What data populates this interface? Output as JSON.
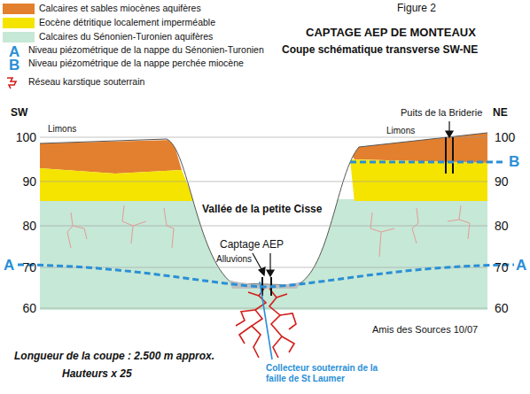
{
  "diagram": {
    "title": "CAPTAGE AEP DE MONTEAUX",
    "labels": [
      "Figure 2",
      "Coupe schématique transverse SW-NE",
      "A",
      "B",
      "SW",
      "NE",
      "Limons",
      "Limons",
      "Puits de la Briderie",
      "100",
      "90",
      "80",
      "70",
      "60",
      "100",
      "90",
      "80",
      "70",
      "60",
      "Vallée de la petite Cisse",
      "Captage AEP",
      "Alluvions",
      "A",
      "A",
      "B",
      "Amis des Sources 10/07",
      "Longueur de la coupe : 2.500 m approx.",
      "Hauteurs x 25",
      "Collecteur souterrain de la faille de St Laumer"
    ],
    "legend": [
      {
        "text": "Calcaires et sables miocènes aquifères",
        "color": "#e3802f"
      },
      {
        "text": "Eocène détritique localement imperméable",
        "color": "#f5e400"
      },
      {
        "text": "Calcaires du Sénonien-Turonien aquifères",
        "color": "#c6e8d6"
      },
      {
        "text": "Niveau piézométrique de la nappe du Sénonien-Turonien"
      },
      {
        "text": "Niveau piézométrique de la nappe perchée miocène"
      },
      {
        "text": "Réseau karstique souterrain"
      }
    ]
  }
}
